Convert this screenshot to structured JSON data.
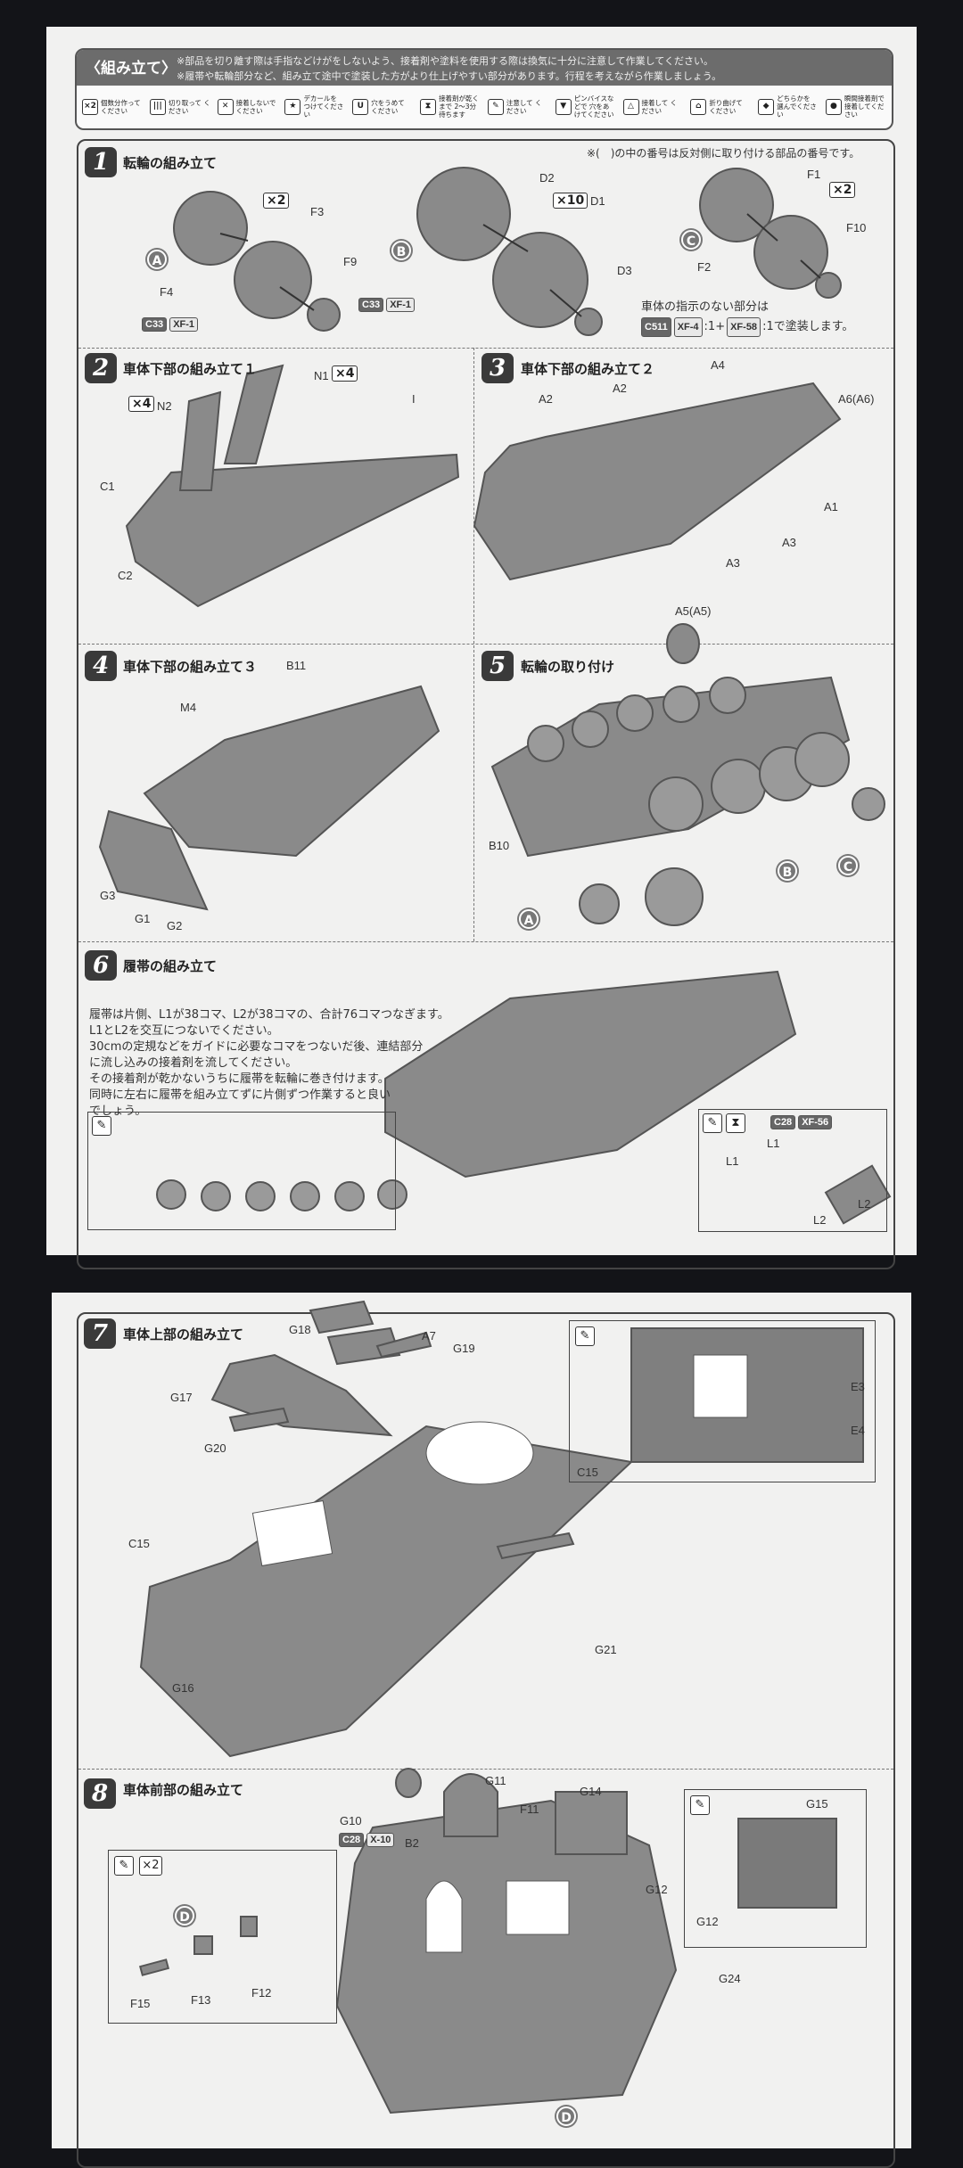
{
  "header": {
    "title": "〈組み立て〉",
    "notes": [
      "※部品を切り離す際は手指などけがをしないよう、接着剤や塗料を使用する際は換気に十分に注意して作業してください。",
      "※履帯や転輪部分など、組み立て途中で塗装した方がより仕上げやすい部分があります。行程を考えながら作業しましょう。"
    ],
    "legend": [
      {
        "icon": "×2",
        "label": "個数分作って ください"
      },
      {
        "icon": "|||",
        "label": "切り取って ください"
      },
      {
        "icon": "✕",
        "label": "接着しないで ください"
      },
      {
        "icon": "★",
        "label": "デカールを つけてください"
      },
      {
        "icon": "U",
        "label": "穴をうめて ください"
      },
      {
        "icon": "⧗",
        "label": "接着剤が乾くまで 2〜3分待ちます"
      },
      {
        "icon": "✎",
        "label": "注意して ください"
      },
      {
        "icon": "▼",
        "label": "ピンバイスなどで 穴をあけてください"
      },
      {
        "icon": "△",
        "label": "接着して ください"
      },
      {
        "icon": "⌂",
        "label": "折り曲げて ください"
      },
      {
        "icon": "◆",
        "label": "どちらかを 選んでください"
      },
      {
        "icon": "●",
        "label": "瞬間接着剤で 接着してください"
      }
    ]
  },
  "steps": [
    {
      "num": "1",
      "title": "転輪の組み立て",
      "note": "※(　)の中の番号は反対側に取り付ける部品の番号です。",
      "paint_note": [
        "車体の指示のない部分は",
        ":1+",
        ":1で塗装します。"
      ],
      "paint_codes": [
        "C511",
        "XF-4",
        "XF-58"
      ]
    },
    {
      "num": "2",
      "title": "車体下部の組み立て１"
    },
    {
      "num": "3",
      "title": "車体下部の組み立て２"
    },
    {
      "num": "4",
      "title": "車体下部の組み立て３"
    },
    {
      "num": "5",
      "title": "転輪の取り付け"
    },
    {
      "num": "6",
      "title": "履帯の組み立て",
      "text": [
        "履帯は片側、L1が38コマ、L2が38コマの、合計76コマつなぎます。",
        "L1とL2を交互につないでください。",
        "30cmの定規などをガイドに必要なコマをつないだ後、連結部分",
        "に流し込みの接着剤を流してください。",
        "その接着剤が乾かないうちに履帯を転輪に巻き付けます。",
        "同時に左右に履帯を組み立てずに片側ずつ作業すると良い",
        "でしょう。"
      ]
    },
    {
      "num": "7",
      "title": "車体上部の組み立て"
    },
    {
      "num": "8",
      "title": "車体前部の組み立て"
    }
  ],
  "parts": {
    "A": "A",
    "B": "B",
    "C": "C",
    "D": "D",
    "F1": "F1",
    "F2": "F2",
    "F3": "F3",
    "F4": "F4",
    "F9": "F9",
    "F10": "F10",
    "D1": "D1",
    "D2": "D2",
    "D3": "D3",
    "N1": "N1",
    "N2": "N2",
    "I": "I",
    "C1": "C1",
    "C2": "C2",
    "A1": "A1",
    "A2": "A2",
    "A3": "A3",
    "A4": "A4",
    "A5": "A5(A5)",
    "A6": "A6(A6)",
    "B10": "B10",
    "B11": "B11",
    "M4": "M4",
    "G1": "G1",
    "G2": "G2",
    "G3": "G3",
    "L1": "L1",
    "L2": "L2",
    "G18": "G18",
    "A7": "A7",
    "G19": "G19",
    "G17": "G17",
    "G20": "G20",
    "C15": "C15",
    "G16": "G16",
    "G21": "G21",
    "E3": "E3",
    "E4": "E4",
    "G10": "G10",
    "G11": "G11",
    "B2": "B2",
    "F11": "F11",
    "G14": "G14",
    "G12": "G12",
    "G15": "G15",
    "G24": "G24",
    "F12": "F12",
    "F13": "F13",
    "F15": "F15"
  },
  "multipliers": {
    "x2": "×2",
    "x4": "×4",
    "x10": "×10"
  },
  "paints": {
    "C33": "C33",
    "XF1": "XF-1",
    "C28": "C28",
    "XF56": "XF-56",
    "X10": "X-10"
  }
}
